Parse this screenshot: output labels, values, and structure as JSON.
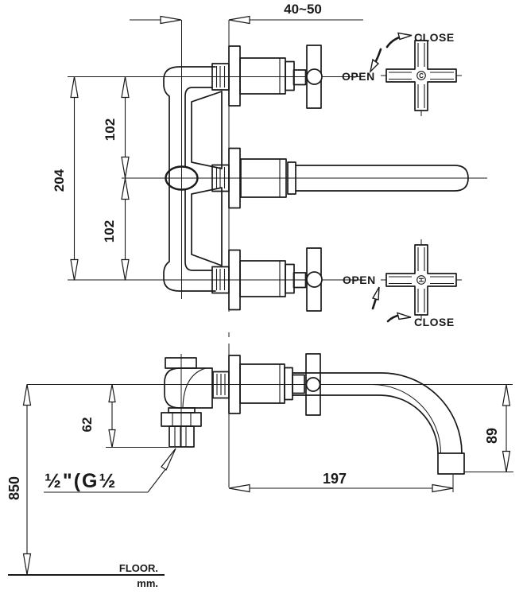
{
  "drawing": {
    "title": "wall-mounted-3-hole-faucet-installation-drawing",
    "dimensions": {
      "wall_offset": "40~50",
      "total_span": "204",
      "upper_spacing": "102",
      "lower_spacing": "102",
      "supply_drop": "62",
      "spout_drop": "89",
      "spout_reach": "197",
      "install_height": "850"
    },
    "annotations": {
      "handle_top": {
        "close": "CLOSE",
        "open": "OPEN",
        "center_mark": "C"
      },
      "handle_bottom": {
        "open": "OPEN",
        "close": "CLOSE",
        "center_mark": "H"
      },
      "thread_label": "½\"(G½",
      "floor_label": "FLOOR.",
      "units_label": "mm."
    },
    "colors": {
      "line": "#1a1a1a",
      "background": "#ffffff"
    }
  }
}
